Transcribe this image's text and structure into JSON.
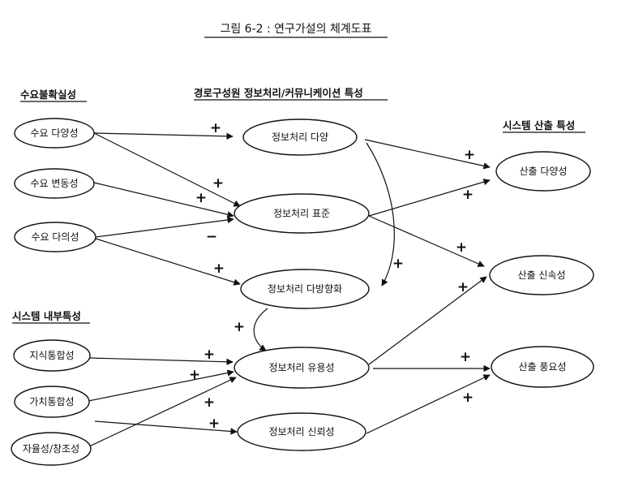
{
  "title": "그림 6-2 : 연구가설의 체계도표",
  "groups": {
    "demand_uncertainty": "수요불확실성",
    "info_processing": "경로구성원 정보처리/커뮤니케이션 특성",
    "system_output": "시스템 산출 특성",
    "system_internal": "시스템 내부특성"
  },
  "nodes": {
    "demand_diversity": "수요 다양성",
    "demand_variability": "수요 변동성",
    "demand_dissimilarity": "수요 다의성",
    "info_diversity": "정보처리 다양",
    "info_standard": "정보처리 표준",
    "info_multidirectional": "정보처리 다방향화",
    "info_usefulness": "정보처리 유용성",
    "info_reliability": "정보처리 신뢰성",
    "knowledge_integration": "지식통합성",
    "value_integration": "가치통합성",
    "autonomy": "자율성/창조성",
    "output_diversity": "산출 다양성",
    "output_speed": "산출 신속성",
    "output_abundance": "산출 풍요성"
  },
  "signs": {
    "s1": "+",
    "s2": "+",
    "s3": "+",
    "s4": "−",
    "s5": "+",
    "s6": "+",
    "s7": "+",
    "s8": "+",
    "s9": "+",
    "s10": "+",
    "s11": "+",
    "s12": "+",
    "s13": "+",
    "s14": "+",
    "s15": "+",
    "s16": "+",
    "s17": "+",
    "s18": "+"
  }
}
